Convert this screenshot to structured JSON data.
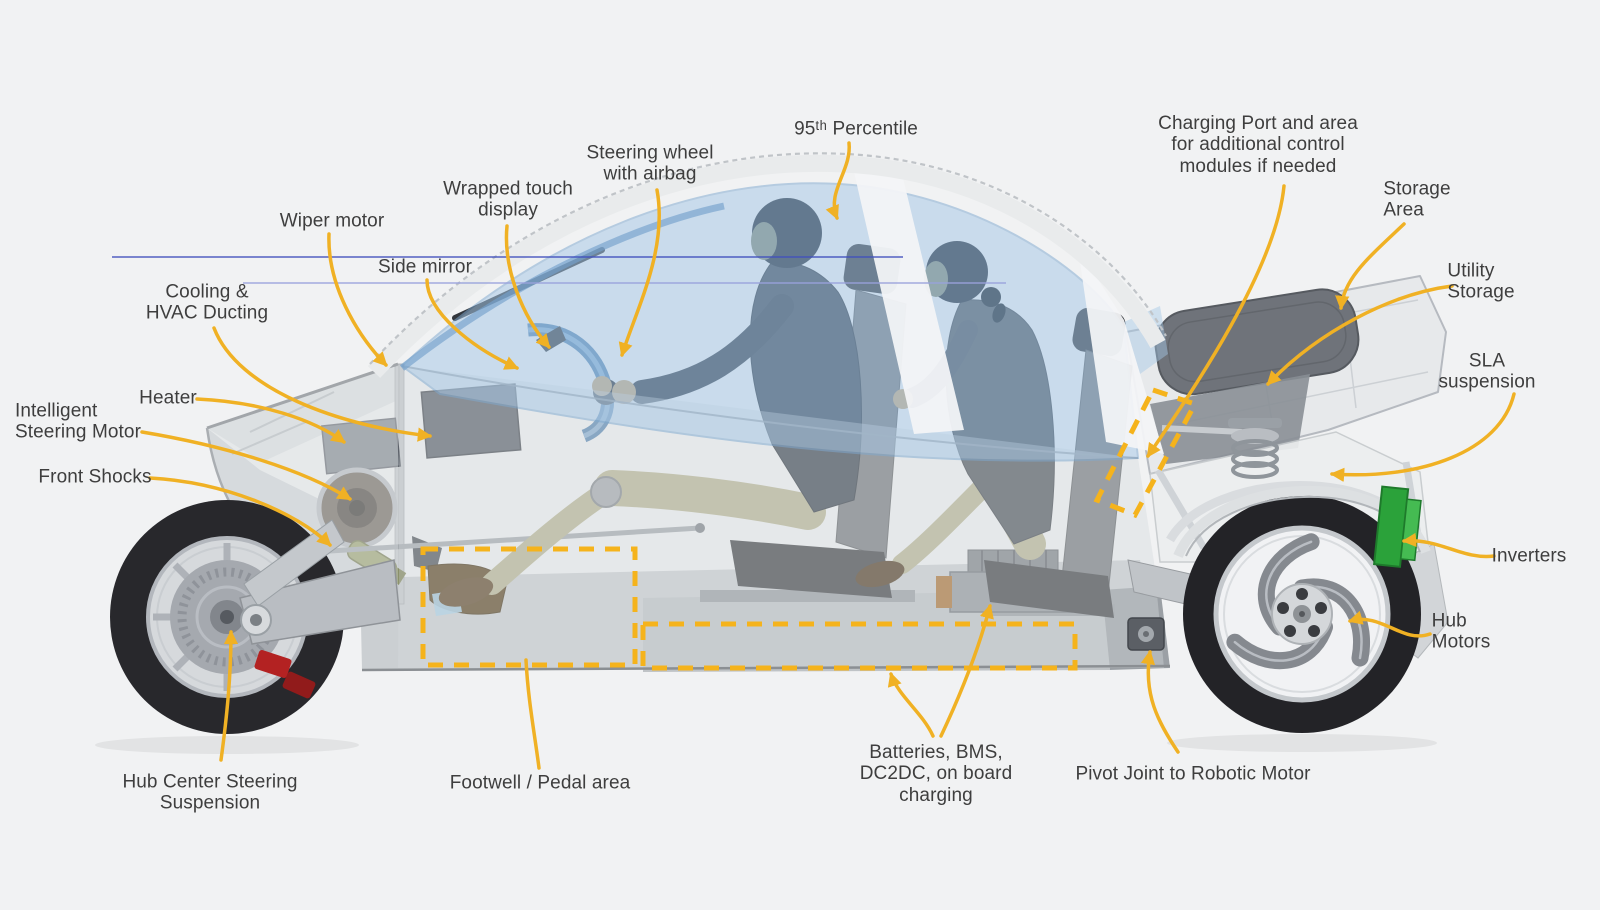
{
  "page": {
    "background": "#f1f2f3",
    "description_colors": {
      "leader_line": "#f0b124",
      "highlight_dash": "#f5b31c",
      "label_text": "#3e3e3e",
      "canopy_glass": "#a5c7e6",
      "inverter_green": "#2ba23a",
      "brake_caliper_red": "#b32222",
      "sight_line_blue": "#4150bd"
    }
  },
  "labels": [
    {
      "id": "percentile-95",
      "text": "95ᵗʰ Percentile"
    },
    {
      "id": "steering-wheel",
      "text": "Steering wheel\nwith airbag"
    },
    {
      "id": "wrapped-display",
      "text": "Wrapped touch\ndisplay"
    },
    {
      "id": "wiper-motor",
      "text": "Wiper motor"
    },
    {
      "id": "side-mirror",
      "text": "Side mirror"
    },
    {
      "id": "cooling-hvac",
      "text": "Cooling &\nHVAC Ducting"
    },
    {
      "id": "heater",
      "text": "Heater"
    },
    {
      "id": "intelligent-steering",
      "text": "Intelligent\nSteering Motor"
    },
    {
      "id": "front-shocks",
      "text": "Front Shocks"
    },
    {
      "id": "hub-center-steering",
      "text": "Hub Center Steering\nSuspension"
    },
    {
      "id": "footwell-pedal",
      "text": "Footwell / Pedal area"
    },
    {
      "id": "batteries",
      "text": "Batteries, BMS,\nDC2DC, on board\ncharging"
    },
    {
      "id": "pivot-joint",
      "text": "Pivot Joint to Robotic Motor"
    },
    {
      "id": "charging-port",
      "text": "Charging Port and area\nfor additional control\nmodules if needed"
    },
    {
      "id": "storage-area",
      "text": "Storage\nArea"
    },
    {
      "id": "utility-storage",
      "text": "Utility\nStorage"
    },
    {
      "id": "sla-suspension",
      "text": "SLA suspension"
    },
    {
      "id": "inverters",
      "text": "Inverters"
    },
    {
      "id": "hub-motors",
      "text": "Hub\nMotors"
    }
  ]
}
